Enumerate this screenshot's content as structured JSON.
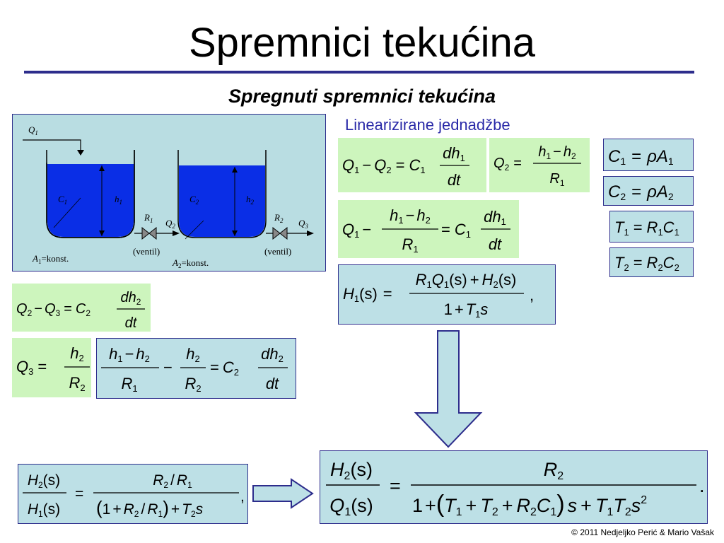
{
  "slide": {
    "title": "Spremnici tekućina",
    "subtitle": "Spregnuti spremnici tekućina",
    "linearized_label": "Linearizirane jednadžbe",
    "copyright": "© 2011 Nedjeljko Perić & Mario Vašak"
  },
  "diagram": {
    "q1": "Q",
    "q1_sub": "1",
    "q2": "Q",
    "q2_sub": "2",
    "q3": "Q",
    "q3_sub": "3",
    "c1": "C",
    "c1_sub": "1",
    "c2": "C",
    "c2_sub": "2",
    "h1": "h",
    "h1_sub": "1",
    "h2": "h",
    "h2_sub": "2",
    "r1": "R",
    "r1_sub": "1",
    "r2": "R",
    "r2_sub": "2",
    "valve1": "(ventil)",
    "valve2": "(ventil)",
    "a1": "A",
    "a1_sub": "1",
    "a1_rest": "=konst.",
    "a2": "A",
    "a2_sub": "2",
    "a2_rest": "=konst.",
    "colors": {
      "water": "#0a2ee6",
      "panel": "#b9dde2"
    }
  },
  "equations": {
    "op_minus": "−",
    "op_eq": "=",
    "op_plus": "+",
    "op_div": "/",
    "op_rho": "ρ",
    "comma": ",",
    "period": ".",
    "dh": "dh",
    "dt": "dt",
    "one": "1",
    "s": "s",
    "s_arg": "(s)",
    "sq": "2",
    "Q": "Q",
    "C": "C",
    "R": "R",
    "H": "H",
    "T": "T",
    "A": "A",
    "h": "h",
    "i1": "1",
    "i2": "2",
    "i3": "3"
  },
  "colors": {
    "green_box": "#cdf5bd",
    "blue_box": "#bde0e6",
    "border": "#2d2d8c",
    "arrow_fill": "#bde0e6"
  }
}
